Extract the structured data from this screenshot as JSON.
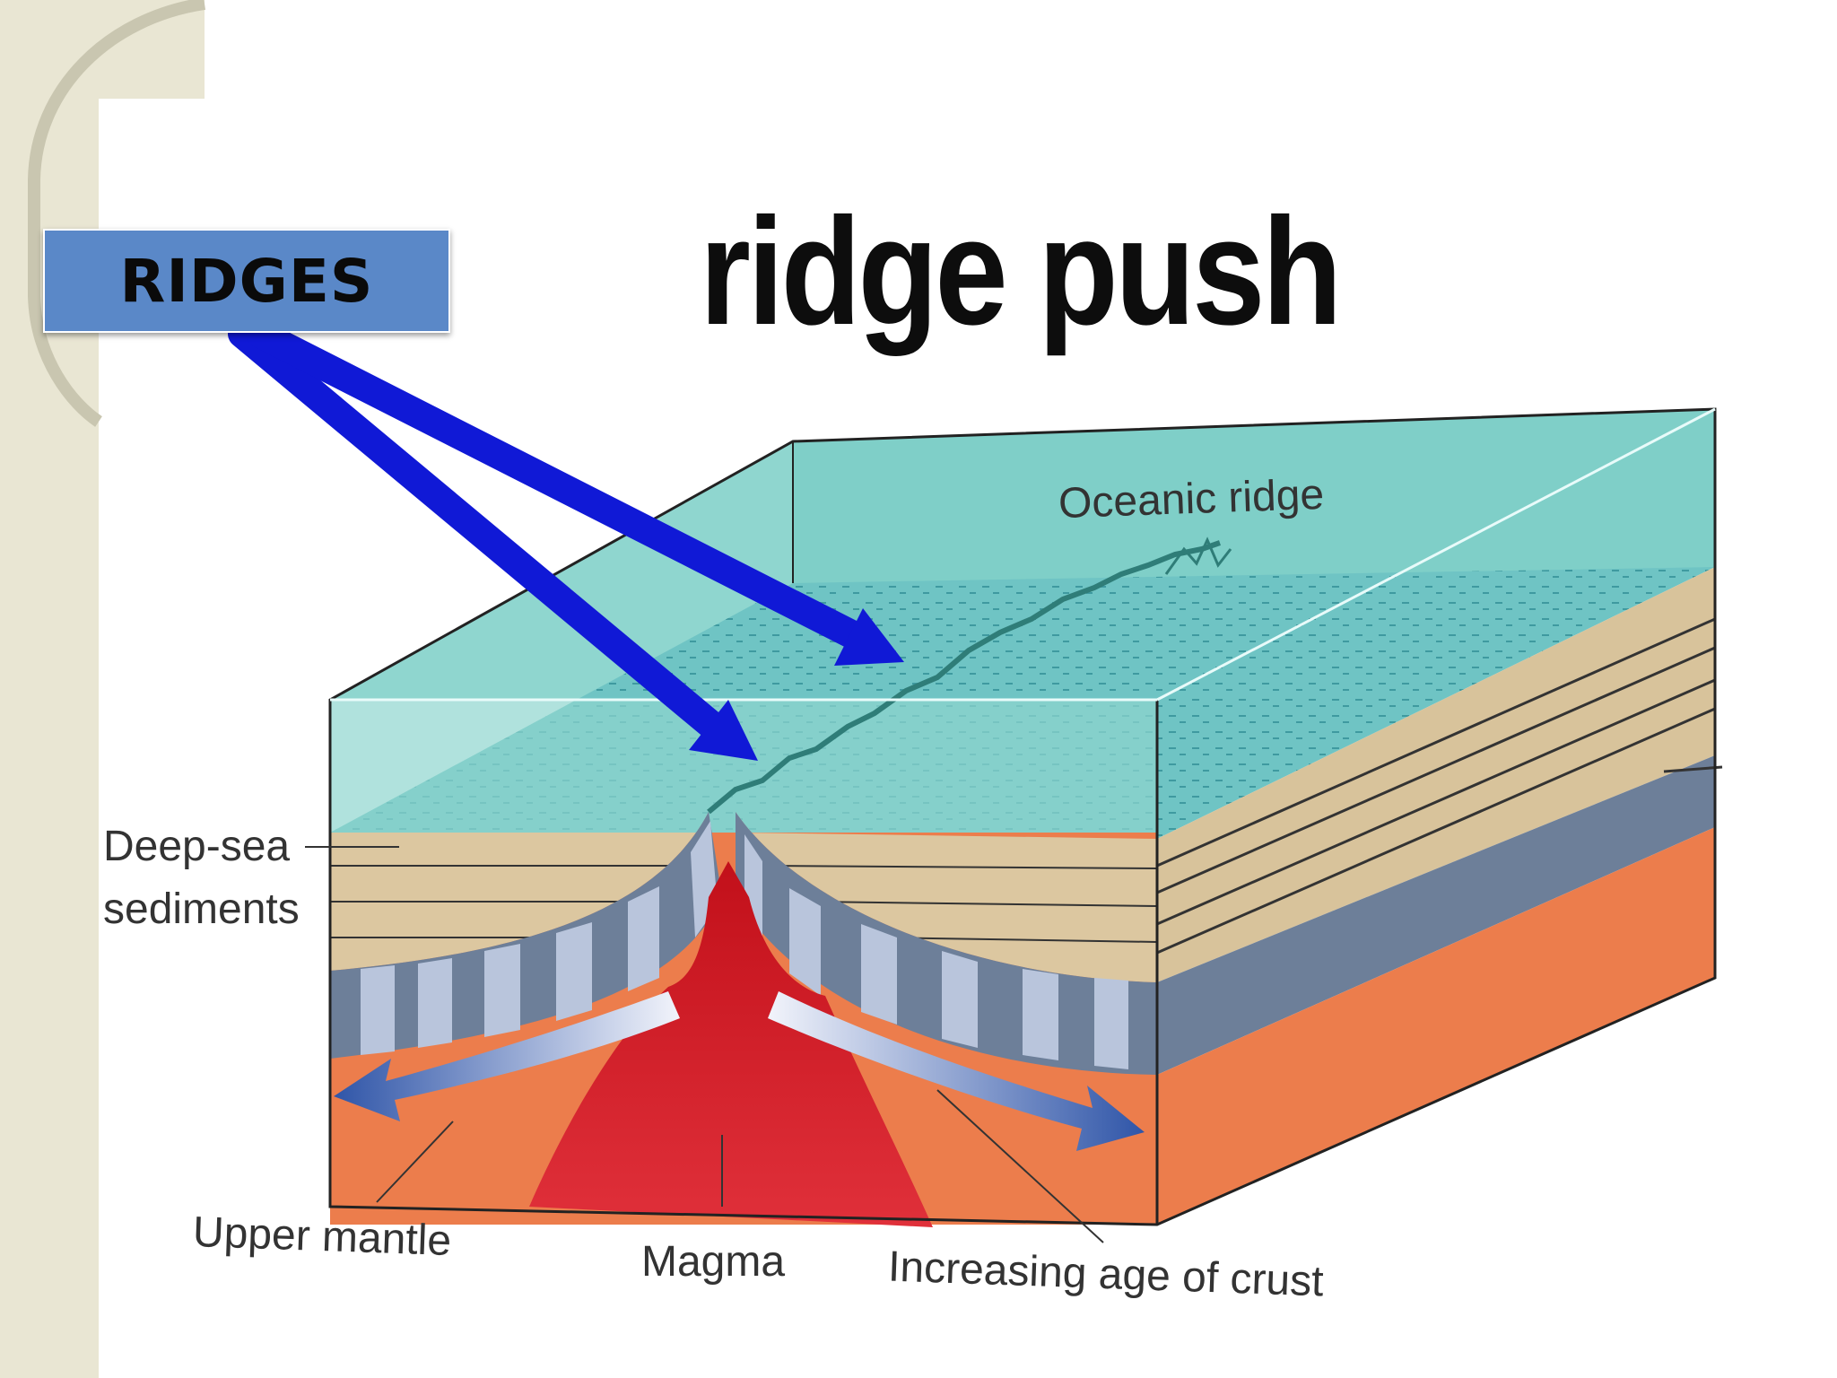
{
  "slide": {
    "title": "ridge push",
    "tag_label": "RIDGES"
  },
  "diagram": {
    "labels": {
      "oceanic_ridge": "Oceanic ridge",
      "sediments_line1": "Deep-sea",
      "sediments_line2": "sediments",
      "upper_mantle": "Upper mantle",
      "magma": "Magma",
      "crust_age": "Increasing age of crust"
    }
  },
  "colors": {
    "sea": "#7fcfc8",
    "sediment": "#dcc7a0",
    "crust": "#6d7f99",
    "mantle": "#ec7d4c",
    "magma": "#d40f1c",
    "pointer_arrow": "#1019d6",
    "tag": "#5a88c8"
  }
}
